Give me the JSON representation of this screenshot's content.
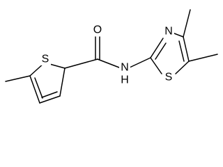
{
  "molecule": {
    "atoms": {
      "oxygen": "O",
      "thiophene_sulfur": "S",
      "thiazole_sulfur": "S",
      "thiazole_nitrogen": "N",
      "amide_nitrogen": "N",
      "amide_hydrogen": "H"
    },
    "colors": {
      "bond": "#000000",
      "label": "#000000",
      "background": "#ffffff"
    }
  }
}
